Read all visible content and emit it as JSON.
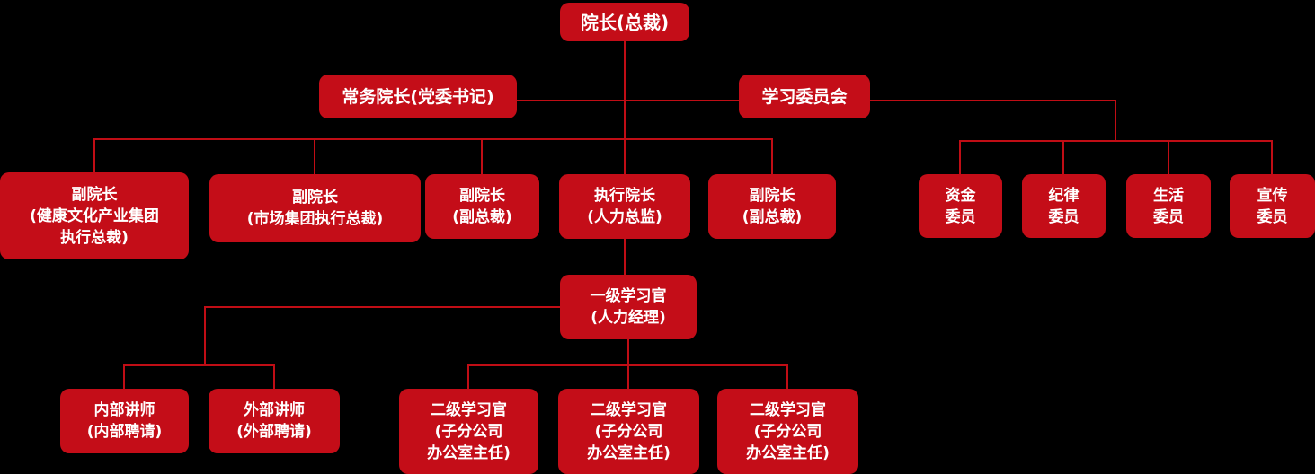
{
  "page": {
    "background": "#000000"
  },
  "colors": {
    "background": "#000000",
    "node_fill": "#C40D18",
    "connector": "#C00D15",
    "text_color": "#FFFFFF"
  },
  "nodes": {
    "president": {
      "label": "院长(总裁)"
    },
    "executive_dean": {
      "label": "常务院长(党委书记)"
    },
    "study_committee": {
      "label": "学习委员会"
    },
    "vp_health": {
      "label": "副院长\n(健康文化产业集团\n执行总裁)"
    },
    "vp_market": {
      "label": "副院长\n(市场集团执行总裁)"
    },
    "vp_deputy_1": {
      "label": "副院长\n(副总裁)"
    },
    "exec_dean_hr": {
      "label": "执行院长\n(人力总监)"
    },
    "vp_deputy_2": {
      "label": "副院长\n(副总裁)"
    },
    "fund_member": {
      "label": "资金\n委员"
    },
    "discipline_member": {
      "label": "纪律\n委员"
    },
    "life_member": {
      "label": "生活\n委员"
    },
    "publicity_member": {
      "label": "宣传\n委员"
    },
    "l1_officer": {
      "label": "一级学习官\n(人力经理)"
    },
    "internal_teacher": {
      "label": "内部讲师\n(内部聘请)"
    },
    "external_teacher": {
      "label": "外部讲师\n(外部聘请)"
    },
    "l2_officer_1": {
      "label": "二级学习官\n(子分公司\n办公室主任)"
    },
    "l2_officer_2": {
      "label": "二级学习官\n(子分公司\n办公室主任)"
    },
    "l2_officer_3": {
      "label": "二级学习官\n(子分公司\n办公室主任)"
    }
  },
  "structure": {
    "president": [
      "executive_dean",
      "study_committee",
      "vp_health",
      "vp_market",
      "vp_deputy_1",
      "exec_dean_hr",
      "vp_deputy_2"
    ],
    "study_committee": [
      "fund_member",
      "discipline_member",
      "life_member",
      "publicity_member"
    ],
    "exec_dean_hr": [
      "l1_officer"
    ],
    "l1_officer": [
      "internal_teacher",
      "external_teacher",
      "l2_officer_1",
      "l2_officer_2",
      "l2_officer_3"
    ]
  }
}
